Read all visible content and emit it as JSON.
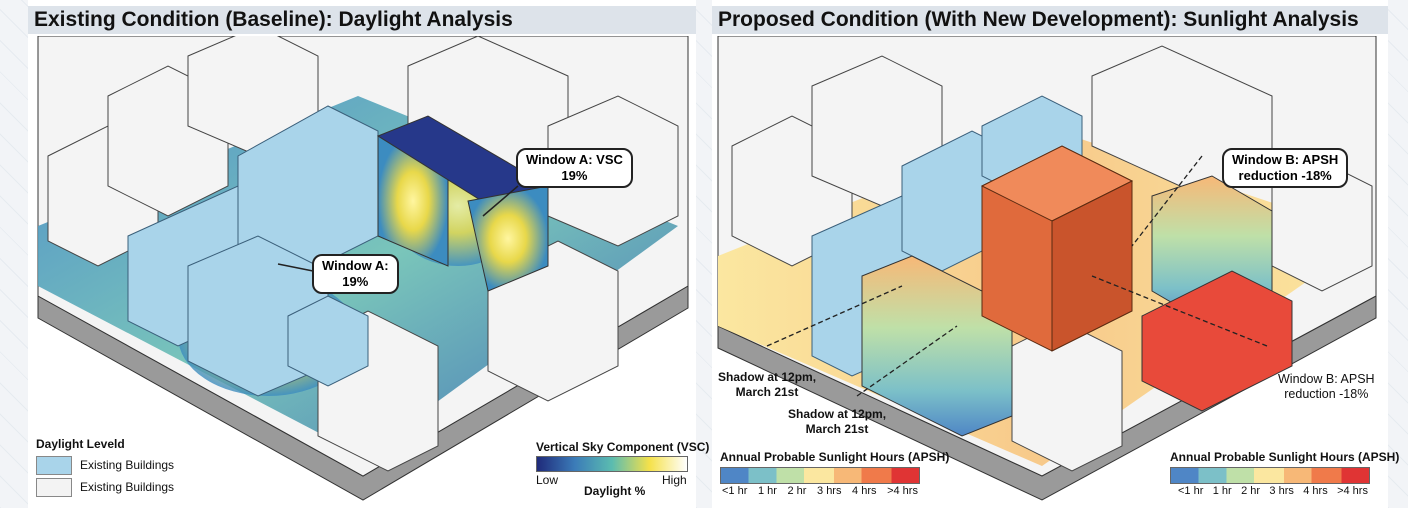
{
  "left": {
    "title": "Existing Condition (Baseline): Daylight Analysis",
    "callouts": [
      {
        "text_line1": "Window A: VSC",
        "text_line2": "19%"
      },
      {
        "text_line1": "Window A:",
        "text_line2": "19%"
      }
    ],
    "legend": {
      "title": "Daylight Leveld",
      "items": [
        {
          "label": "Existing Buildings",
          "color": "#a9d4ea"
        },
        {
          "label": "Existing Buildings",
          "color": "#f3f3f3"
        }
      ]
    },
    "scale": {
      "title": "Vertical Sky Component (VSC)",
      "low": "Low",
      "high": "High",
      "caption": "Daylight %",
      "colors": [
        "#1f2a7a",
        "#3b7bb8",
        "#5bbcb0",
        "#f5e14a",
        "#ffffff"
      ]
    }
  },
  "right": {
    "title": "Proposed Condition (With New Development): Sunlight Analysis",
    "annotations": [
      {
        "line1": "Window B: APSH",
        "line2": "reduction -18%"
      },
      {
        "line1": "Shadow at 12pm,",
        "line2": "March 21st"
      },
      {
        "line1": "Shadow at 12pm,",
        "line2": "March 21st"
      },
      {
        "line1": "Window B: APSH",
        "line2": "reduction -18%"
      }
    ],
    "scales": [
      {
        "title": "Annual Probable Sunlight Hours (APSH)",
        "ticks": [
          "<1 hr",
          "1 hr",
          "2 hr",
          "3 hrs",
          "4 hrs",
          ">4 hrs"
        ]
      },
      {
        "title": "Annual Probable Sunlight Hours (APSH)",
        "ticks": [
          "<1 hr",
          "1 hr",
          "2 hr",
          "3 hrs",
          "4 hrs",
          ">4 hrs"
        ]
      }
    ],
    "scale_colors": [
      "#4f86c6",
      "#7cc0c8",
      "#bfe0a8",
      "#fbe7a0",
      "#f7b877",
      "#f07a4a",
      "#e03434"
    ]
  }
}
